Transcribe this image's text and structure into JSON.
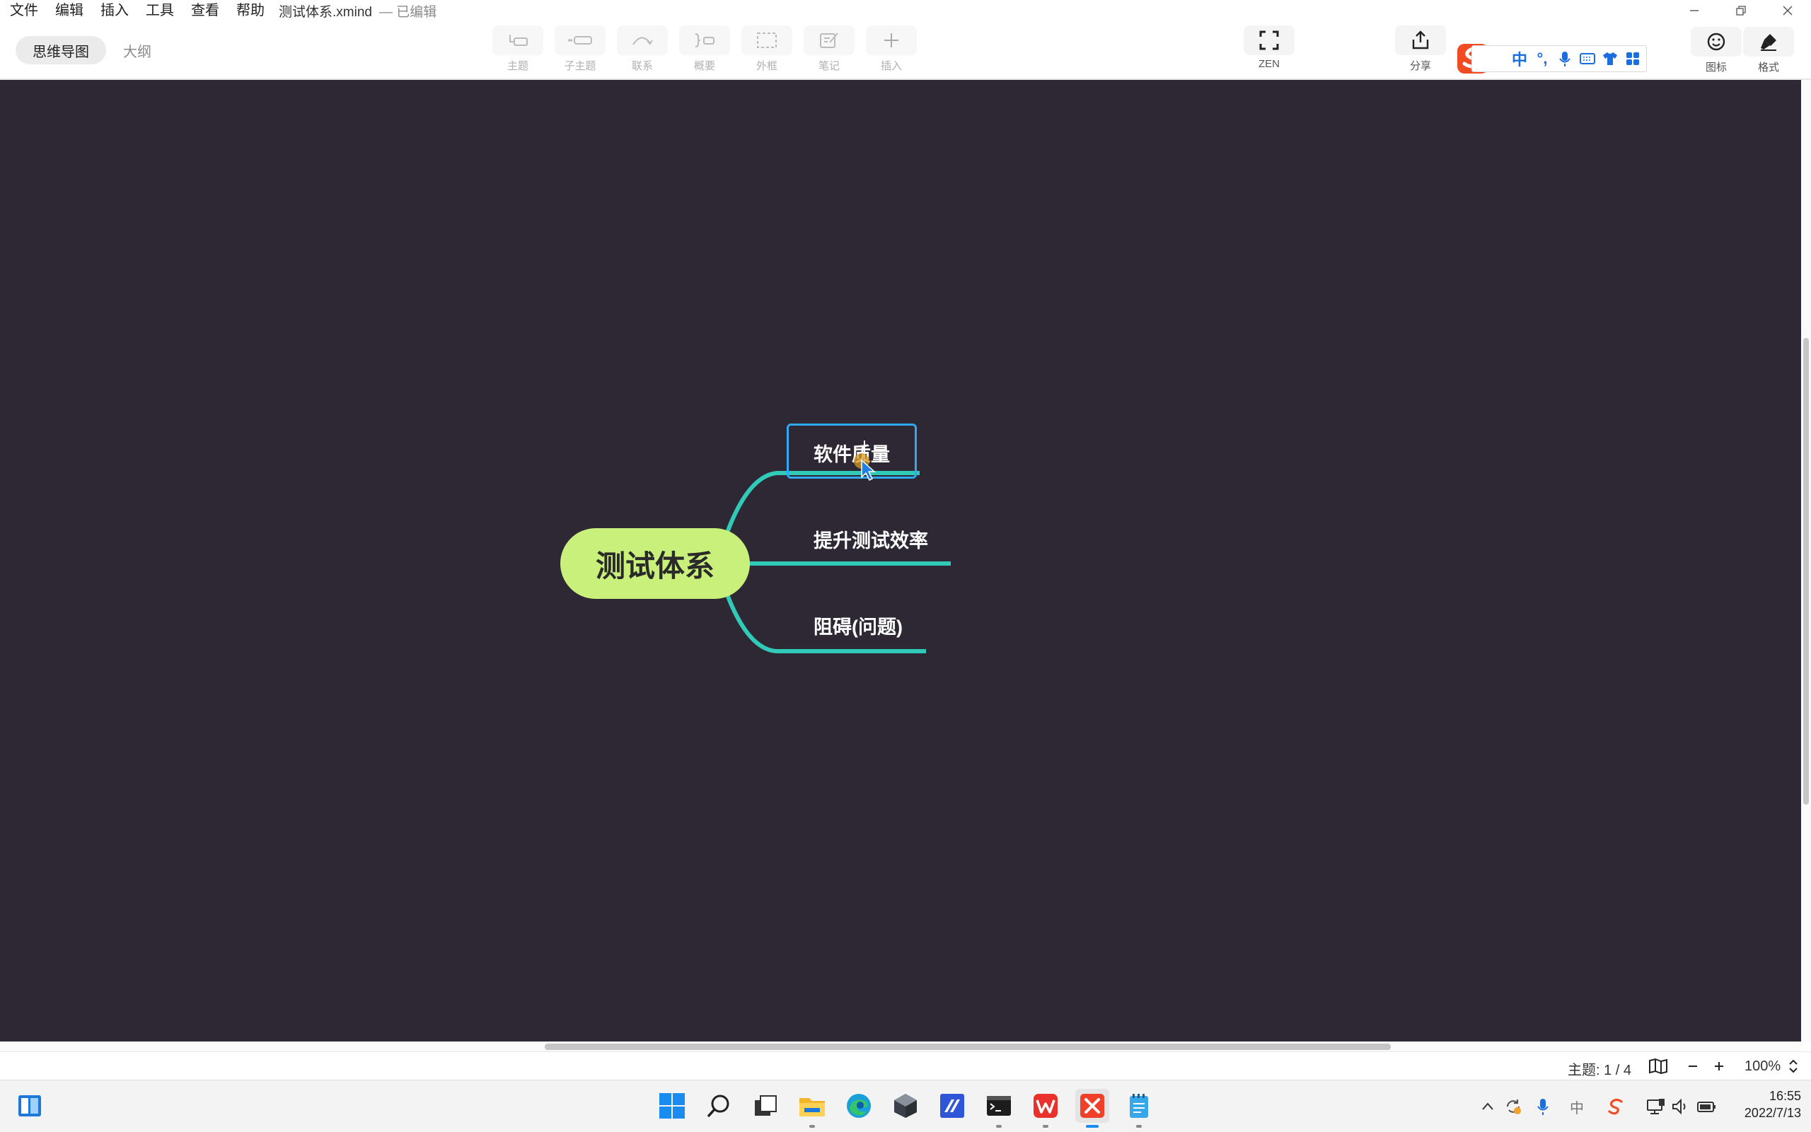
{
  "menu": {
    "items": [
      "文件",
      "编辑",
      "插入",
      "工具",
      "查看",
      "帮助"
    ],
    "doc_title": "测试体系.xmind",
    "doc_status": "— 已编辑"
  },
  "view_tabs": {
    "mindmap": "思维导图",
    "outline": "大纲"
  },
  "toolbar": {
    "topic": "主题",
    "subtopic": "子主题",
    "relationship": "联系",
    "summary": "概要",
    "boundary": "外框",
    "note": "笔记",
    "insert": "插入",
    "zen": "ZEN",
    "share": "分享",
    "icon": "图标",
    "format": "格式"
  },
  "ime": {
    "mode": "中"
  },
  "mindmap": {
    "central": "测试体系",
    "branches": [
      "软件质量",
      "提升测试效率",
      "阻碍(问题)"
    ],
    "branch_color": "#31c9b7",
    "central_color": "#c9f07a",
    "selection_color": "#2fa9f3",
    "canvas_color": "#2d2833"
  },
  "statusbar": {
    "topic_count": "主题: 1 / 4",
    "zoom": "100%"
  },
  "taskbar": {
    "time": "16:55",
    "date": "2022/7/13",
    "ime_lang": "中"
  }
}
